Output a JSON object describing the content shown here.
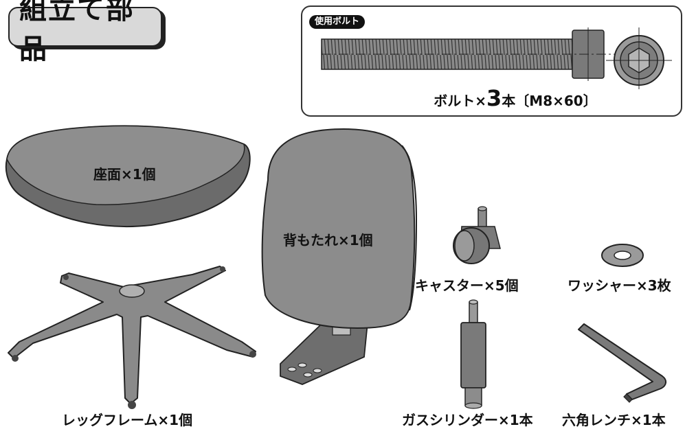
{
  "title": "組立て部品",
  "bolt_box": {
    "tag": "使用ボルト",
    "caption_prefix": "ボルト×",
    "caption_count": "3",
    "caption_suffix": "本〔M8×60〕"
  },
  "parts": {
    "seat": "座面×1個",
    "backrest": "背もたれ×1個",
    "caster": "キャスター×5個",
    "washer": "ワッシャー×3枚",
    "leg_frame": "レッグフレーム×1個",
    "gas_cylinder": "ガスシリンダー×1本",
    "hex_wrench": "六角レンチ×1本"
  }
}
